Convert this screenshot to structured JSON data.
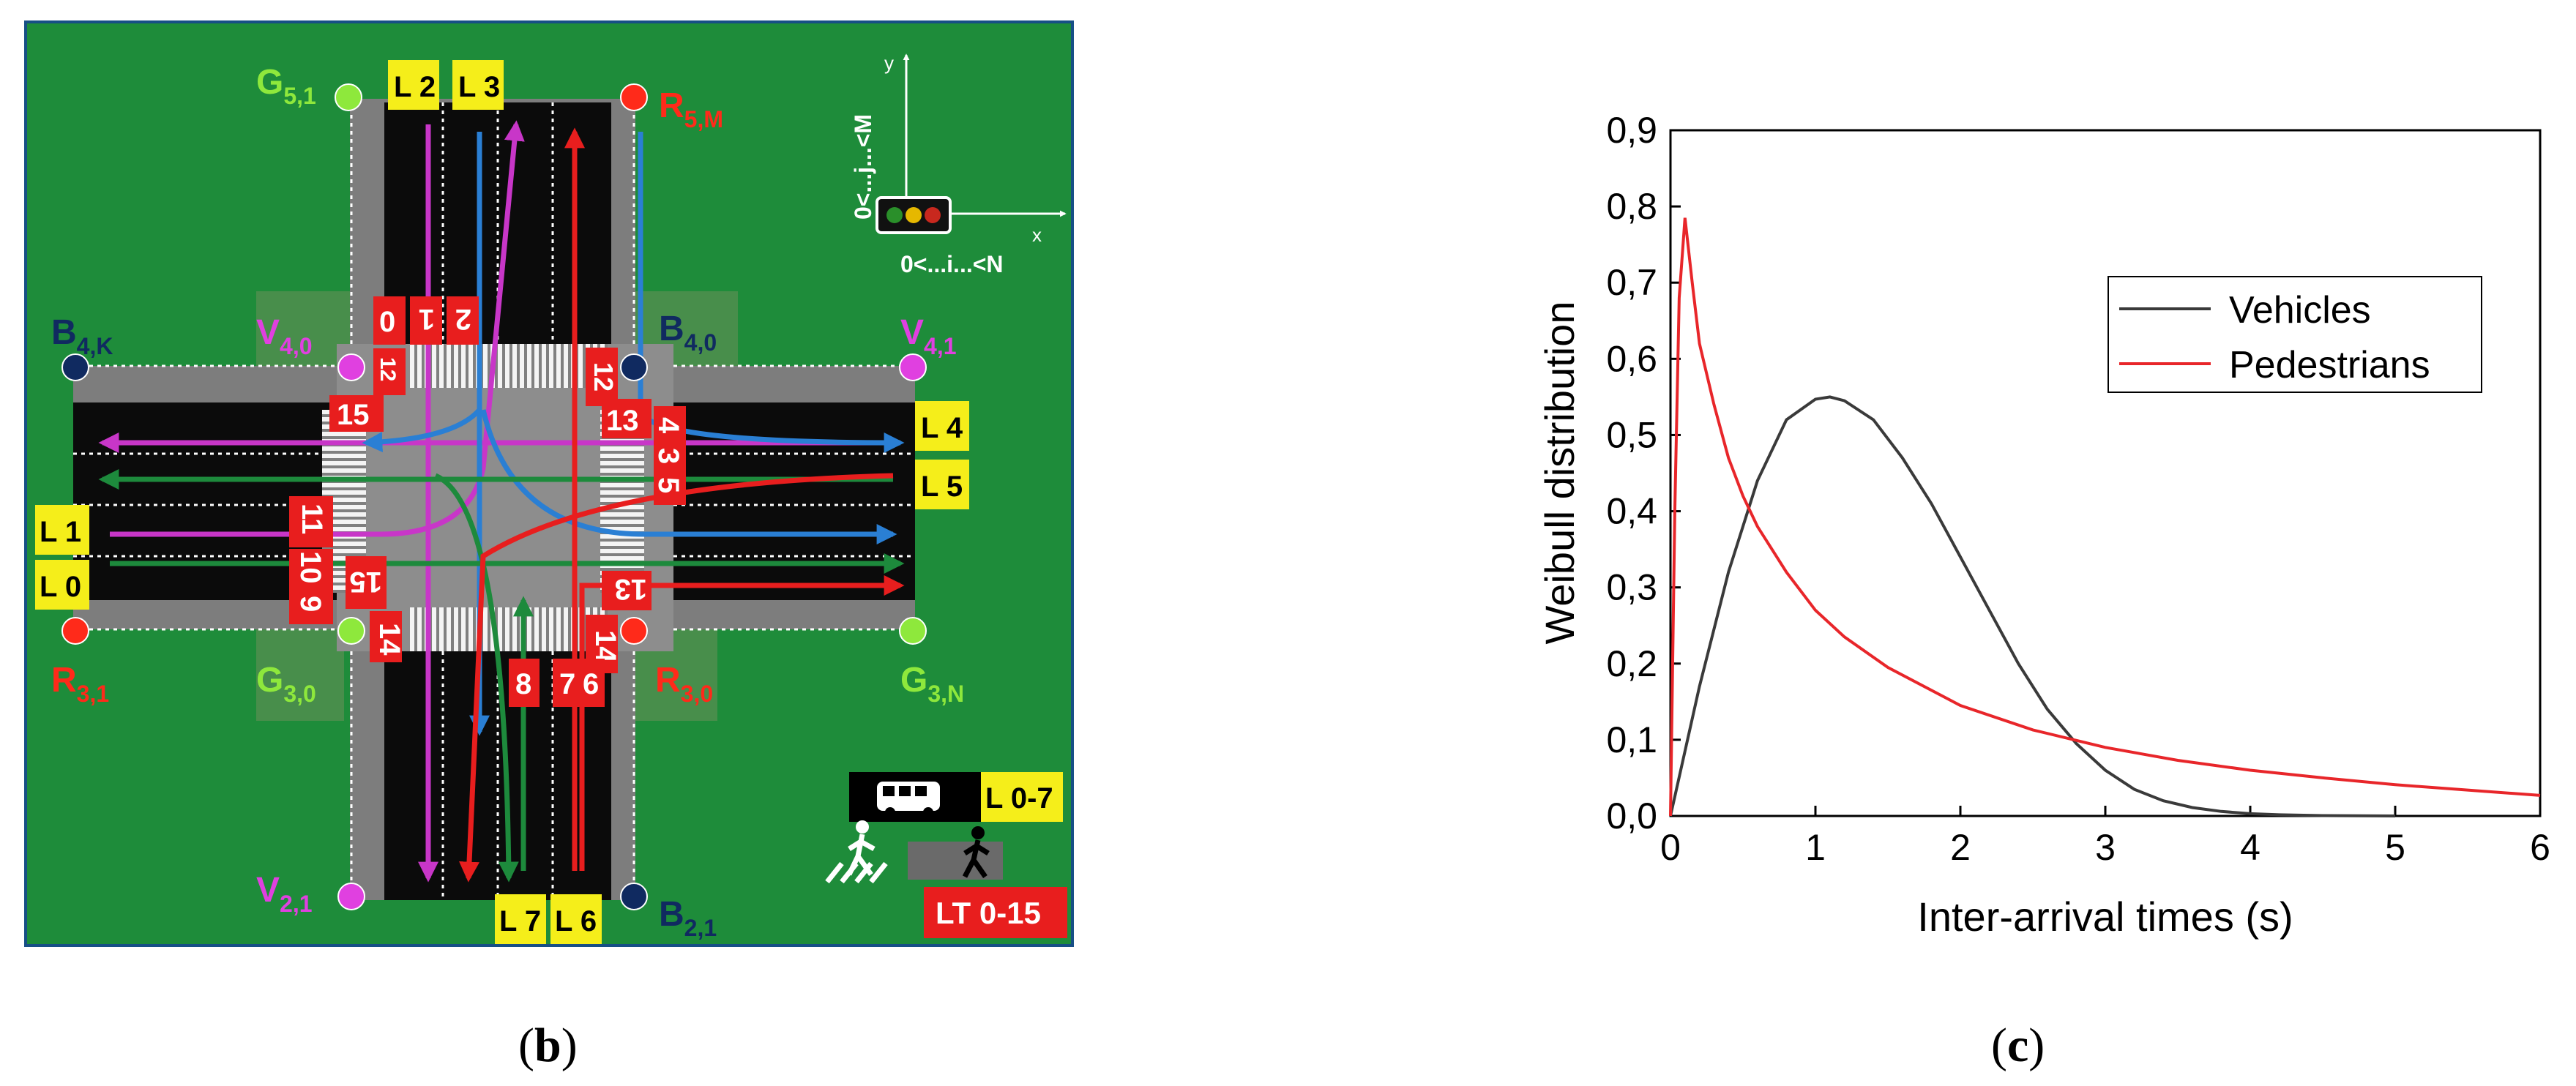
{
  "panel_b": {
    "caption_open": "(",
    "caption_letter": "b",
    "caption_close": ")",
    "signals": [
      {
        "id": "G51",
        "base": "G",
        "sub": "5,1",
        "color": "#8ee83c"
      },
      {
        "id": "R5M",
        "base": "R",
        "sub": "5,M",
        "color": "#ff2a1a"
      },
      {
        "id": "B4K",
        "base": "B",
        "sub": "4,K",
        "color": "#102a60"
      },
      {
        "id": "V40",
        "base": "V",
        "sub": "4,0",
        "color": "#e040e0"
      },
      {
        "id": "B40",
        "base": "B",
        "sub": "4,0",
        "color": "#102a60"
      },
      {
        "id": "V41",
        "base": "V",
        "sub": "4,1",
        "color": "#e040e0"
      },
      {
        "id": "R31",
        "base": "R",
        "sub": "3,1",
        "color": "#ff2a1a"
      },
      {
        "id": "G30",
        "base": "G",
        "sub": "3,0",
        "color": "#8ee83c"
      },
      {
        "id": "R30",
        "base": "R",
        "sub": "3,0",
        "color": "#ff2a1a"
      },
      {
        "id": "G3N",
        "base": "G",
        "sub": "3,N",
        "color": "#8ee83c"
      },
      {
        "id": "V21",
        "base": "V",
        "sub": "2,1",
        "color": "#e040e0"
      },
      {
        "id": "B21",
        "base": "B",
        "sub": "2,1",
        "color": "#102a60"
      }
    ],
    "lanes": [
      "L 2",
      "L 3",
      "L 4",
      "L 5",
      "L 1",
      "L 0",
      "L 7",
      "L 6"
    ],
    "tags": [
      "0",
      "1",
      "2",
      "12",
      "15",
      "12",
      "13",
      "4",
      "3",
      "5",
      "11",
      "10",
      "9",
      "15",
      "13",
      "14",
      "14",
      "8",
      "7",
      "6"
    ],
    "legend": {
      "bus_lanes": "L 0-7",
      "lane_turns": "LT  0-15"
    },
    "axes": {
      "y": "y",
      "x": "x",
      "j_range": "0<...j...<M",
      "i_range": "0<...i...<N"
    }
  },
  "panel_c": {
    "caption_open": "(",
    "caption_letter": "c",
    "caption_close": ")",
    "chart_data": {
      "type": "line",
      "title": "",
      "xlabel": "Inter-arrival times (s)",
      "ylabel": "Weibull distribution",
      "xlim": [
        0,
        6
      ],
      "ylim": [
        0,
        0.9
      ],
      "xticks": [
        "0",
        "1",
        "2",
        "3",
        "4",
        "5",
        "6"
      ],
      "yticks": [
        "0,0",
        "0,1",
        "0,2",
        "0,3",
        "0,4",
        "0,5",
        "0,6",
        "0,7",
        "0,8",
        "0,9"
      ],
      "legend_position": "top-right",
      "grid": false,
      "series": [
        {
          "name": "Vehicles",
          "color": "#3a3a3a",
          "x": [
            0,
            0.2,
            0.4,
            0.6,
            0.8,
            1.0,
            1.1,
            1.2,
            1.4,
            1.6,
            1.8,
            2.0,
            2.2,
            2.4,
            2.6,
            2.8,
            3.0,
            3.2,
            3.4,
            3.6,
            3.8,
            4.0,
            4.2,
            4.5,
            5.0
          ],
          "y": [
            0,
            0.17,
            0.32,
            0.44,
            0.52,
            0.547,
            0.55,
            0.545,
            0.52,
            0.47,
            0.41,
            0.34,
            0.27,
            0.2,
            0.14,
            0.095,
            0.06,
            0.035,
            0.02,
            0.011,
            0.006,
            0.003,
            0.0015,
            0.0005,
            0
          ]
        },
        {
          "name": "Pedestrians",
          "color": "#e8262a",
          "x": [
            0,
            0.03,
            0.06,
            0.1,
            0.15,
            0.2,
            0.3,
            0.4,
            0.5,
            0.6,
            0.8,
            1.0,
            1.2,
            1.5,
            2.0,
            2.5,
            3.0,
            3.5,
            4.0,
            4.5,
            5.0,
            5.5,
            6.0
          ],
          "y": [
            0,
            0.4,
            0.68,
            0.785,
            0.7,
            0.62,
            0.54,
            0.47,
            0.42,
            0.38,
            0.32,
            0.27,
            0.235,
            0.195,
            0.145,
            0.113,
            0.09,
            0.073,
            0.06,
            0.05,
            0.041,
            0.034,
            0.027
          ]
        }
      ]
    }
  }
}
